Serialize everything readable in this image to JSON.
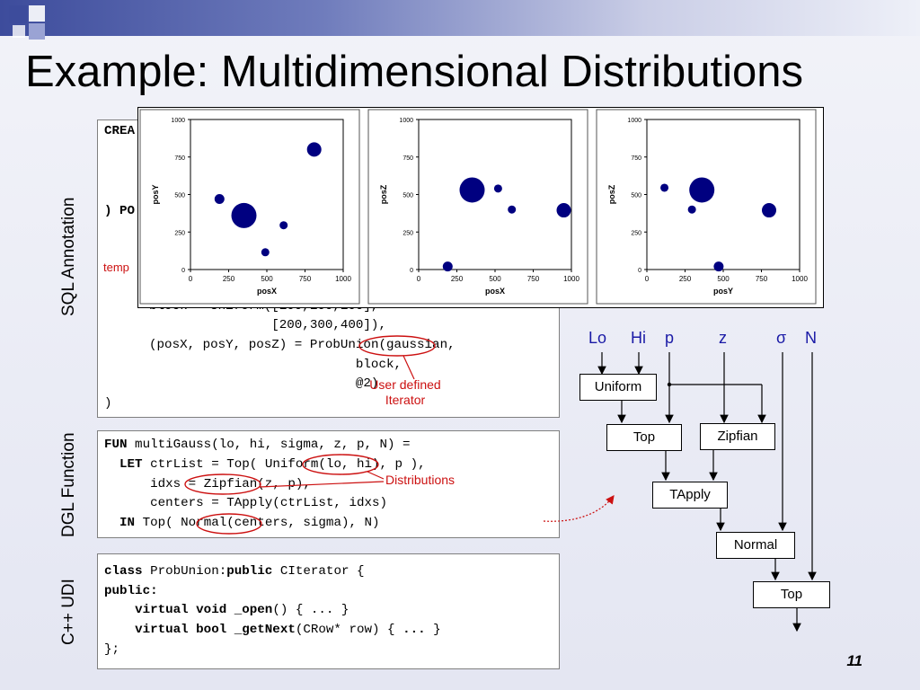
{
  "slide": {
    "title": "Example: Multidimensional Distributions",
    "page_number": "11",
    "side_labels": {
      "sql": "SQL Annotation",
      "dgl": "DGL Function",
      "cpp": "C++ UDI"
    }
  },
  "sql_code": {
    "line1": "CREA",
    "line4": ") PO",
    "temp_text": "temp",
    "line_block": "  block = Uniform([100,100,100],",
    "line_block2": "                  [200,300,400]),",
    "line_pos_a": "  (posX, posY, posZ) = ",
    "line_pos_b": "ProbUnion",
    "line_pos_c": "(gaussian,",
    "line_cont1": "                             block,",
    "line_cont2": "                             @2)",
    "line_close": ")",
    "annotation": "User defined\nIterator"
  },
  "dgl_code": {
    "l1_kw": "FUN",
    "l1": " multiGauss(lo, hi, sigma, z, p, N) =",
    "l2_kw": "  LET",
    "l2a": " ctrList = Top( ",
    "l2b": "Uniform",
    "l2c": "(lo, hi), p ),",
    "l3a": "      idxs = ",
    "l3b": "Zipfian",
    "l3c": "(z, p),",
    "l4": "      centers = TApply(ctrList, idxs)",
    "l5_kw": "  IN",
    "l5a": " Top( ",
    "l5b": "Normal",
    "l5c": "(centers, sigma), N)",
    "annotation": "Distributions"
  },
  "cpp_code": {
    "l1_kw": "class",
    "l1a": " ProbUnion:",
    "l1_kw2": "public",
    "l1b": " CIterator {",
    "l2_kw": "public:",
    "l3_pre": "    ",
    "l3_kw": "virtual void _open",
    "l3": "() { ... }",
    "l4_pre": "    ",
    "l4_kw": "virtual bool _getNext",
    "l4a": "(CRow* row) { ",
    "l4_kw2": "...",
    "l4b": " }",
    "l5": "};"
  },
  "diagram": {
    "inputs": [
      "Lo",
      "Hi",
      "p",
      "z",
      "σ",
      "N"
    ],
    "nodes": {
      "uniform": "Uniform",
      "top1": "Top",
      "zipfian": "Zipfian",
      "tapply": "TApply",
      "normal": "Normal",
      "top2": "Top"
    }
  },
  "chart_data": [
    {
      "type": "scatter",
      "xlabel": "posX",
      "ylabel": "posY",
      "xlim": [
        0,
        1000
      ],
      "ylim": [
        0,
        1000
      ],
      "xticks": [
        0,
        250,
        500,
        750,
        1000
      ],
      "yticks": [
        0,
        250,
        500,
        750,
        1000
      ],
      "points": [
        [
          810,
          800,
          8
        ],
        [
          190,
          470,
          5.5
        ],
        [
          350,
          360,
          14
        ],
        [
          610,
          295,
          4.5
        ],
        [
          490,
          115,
          4.5
        ]
      ],
      "color": "#000080"
    },
    {
      "type": "scatter",
      "xlabel": "posX",
      "ylabel": "posZ",
      "xlim": [
        0,
        1000
      ],
      "ylim": [
        0,
        1000
      ],
      "xticks": [
        0,
        250,
        500,
        750,
        1000
      ],
      "yticks": [
        0,
        250,
        500,
        750,
        1000
      ],
      "points": [
        [
          350,
          530,
          14
        ],
        [
          520,
          540,
          4.5
        ],
        [
          610,
          400,
          4.5
        ],
        [
          950,
          395,
          8
        ],
        [
          190,
          20,
          5.5
        ]
      ],
      "color": "#000080"
    },
    {
      "type": "scatter",
      "xlabel": "posY",
      "ylabel": "posZ",
      "xlim": [
        0,
        1000
      ],
      "ylim": [
        0,
        1000
      ],
      "xticks": [
        0,
        250,
        500,
        750,
        1000
      ],
      "yticks": [
        0,
        250,
        500,
        750,
        1000
      ],
      "points": [
        [
          115,
          545,
          4.5
        ],
        [
          360,
          530,
          14
        ],
        [
          295,
          400,
          4.5
        ],
        [
          800,
          395,
          8
        ],
        [
          470,
          20,
          5.5
        ]
      ],
      "color": "#000080"
    }
  ],
  "colors": {
    "accent": "#3d4c9c",
    "annotation_red": "#cc1111",
    "point": "#000080",
    "input_label": "#1a1aa6"
  }
}
